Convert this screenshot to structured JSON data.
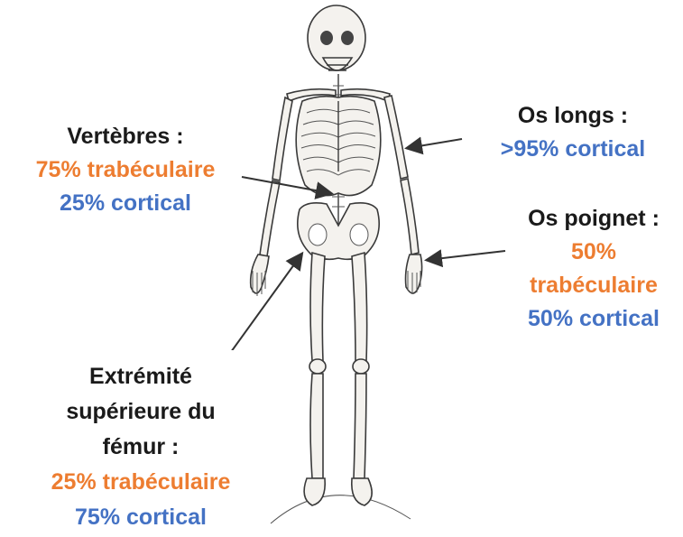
{
  "labels": {
    "vertebres": {
      "title": "Vertèbres :",
      "trabecular": "75% trabéculaire",
      "cortical": "25% cortical"
    },
    "os_longs": {
      "title": "Os longs :",
      "cortical": ">95% cortical"
    },
    "os_poignet": {
      "title": "Os poignet :",
      "trabecular_value": "50%",
      "trabecular_word": "trabéculaire",
      "cortical": "50% cortical"
    },
    "femur": {
      "line1": "Extrémité",
      "line2": "supérieure du",
      "line3": "fémur :",
      "trabecular": "25% trabéculaire",
      "cortical": "75% cortical"
    }
  },
  "colors": {
    "trabecular": "#ED7D31",
    "cortical": "#4472C4",
    "heading": "#1a1a1a"
  }
}
